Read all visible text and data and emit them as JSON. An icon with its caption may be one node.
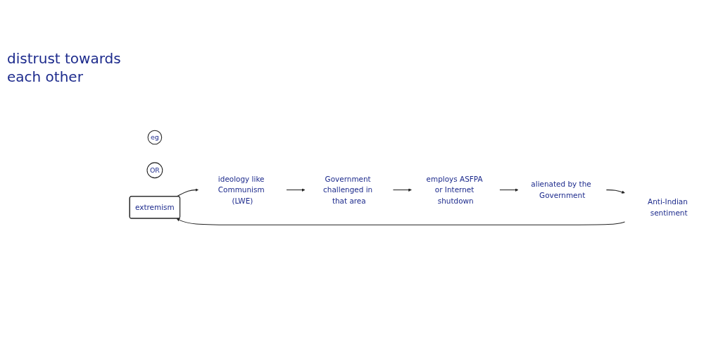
{
  "diagram": {
    "nodes": [
      {
        "text": [
          "eg"
        ]
      },
      {
        "text": [
          "OR"
        ]
      },
      {
        "text": [
          "extremism"
        ]
      },
      {
        "text": [
          "ideology like Communism (LWE)"
        ]
      },
      {
        "text": [
          "Government challenged in that area"
        ]
      },
      {
        "text": [
          "employs ASFPA or Internet shutdown"
        ]
      },
      {
        "text": [
          "alienated by the Government"
        ]
      },
      {
        "text": [
          "Anti-Indian sentiment"
        ]
      }
    ],
    "edges": [
      {
        "from": 7,
        "to": 2,
        "arrow": "to"
      },
      {
        "from": 2,
        "to": 3,
        "arrow": "to"
      },
      {
        "from": 3,
        "to": 4,
        "arrow": "to"
      },
      {
        "from": 4,
        "to": 5,
        "arrow": "to"
      },
      {
        "from": 5,
        "to": 6,
        "arrow": "to"
      },
      {
        "from": 6,
        "to": 7,
        "arrow": "to"
      }
    ],
    "labels": [
      "distrust towards each other"
    ]
  }
}
